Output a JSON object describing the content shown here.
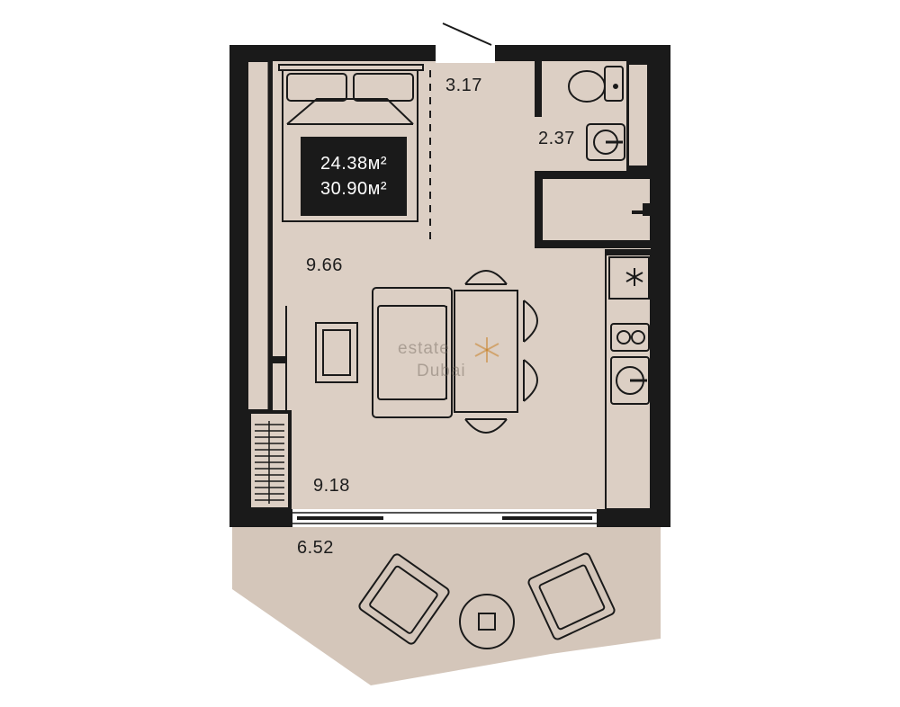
{
  "colors": {
    "interior_fill": "#dccfc4",
    "balcony_fill": "#d4c6ba",
    "wall": "#1a1a1a",
    "line": "#555555",
    "window": "#ffffff"
  },
  "summary": {
    "living_area": "24.38м²",
    "total_area": "30.90м²"
  },
  "rooms": [
    {
      "id": "entry",
      "area": "3.17"
    },
    {
      "id": "bathroom",
      "area": "2.37"
    },
    {
      "id": "living",
      "area": "9.66"
    },
    {
      "id": "kitchen",
      "area": "9.18"
    },
    {
      "id": "terrace",
      "area": "6.52"
    }
  ],
  "watermark": {
    "line1": "estate",
    "line2": "Dubai"
  },
  "icons": [
    "bed-icon",
    "sofa-icon",
    "dining-table-icon",
    "chair-icon",
    "armchair-icon",
    "round-table-icon",
    "toilet-icon",
    "sink-icon",
    "shower-icon",
    "cooktop-icon",
    "fridge-icon",
    "washer-icon",
    "radiator-icon",
    "door-icon"
  ]
}
